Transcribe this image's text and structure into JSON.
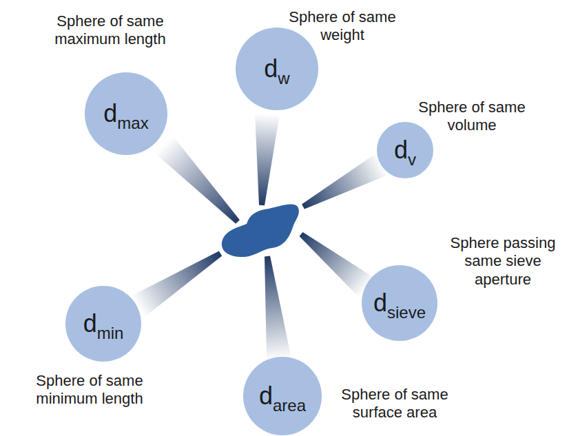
{
  "diagram": {
    "nodes": [
      {
        "text": [
          "dmax",
          "Sphere of same maximum length"
        ]
      },
      {
        "text": [
          "dw",
          "Sphere of same weight"
        ]
      },
      {
        "text": [
          "dv",
          "Sphere of same volume"
        ]
      },
      {
        "text": [
          "dsieve",
          "Sphere passing same sieve aperture"
        ]
      },
      {
        "text": [
          "dmin",
          "Sphere of same minimum length"
        ]
      },
      {
        "text": [
          "darea",
          "Sphere of same surface area"
        ]
      }
    ]
  }
}
